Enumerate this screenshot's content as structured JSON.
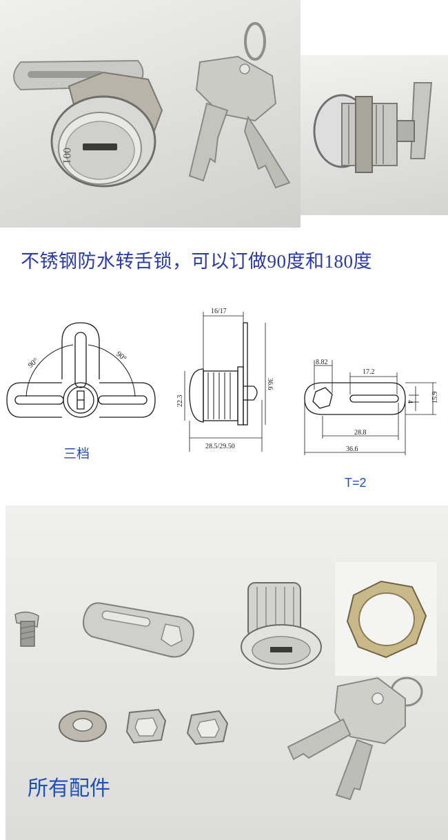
{
  "headline": "不锈钢防水转舌锁，可以订做90度和180度",
  "drawings": {
    "front_view": {
      "angle_left": "90°",
      "angle_right": "90°",
      "caption": "三档"
    },
    "side_view": {
      "dim_top": "16/17",
      "dim_height": "36.6",
      "dim_body": "22.3",
      "dim_length": "28.5/29.50"
    },
    "cam_plate": {
      "dim_hole": "8.82",
      "dim_slot": "17.2",
      "dim_slot_width": "4",
      "dim_height": "15.9",
      "dim_mid": "28.8",
      "dim_total": "36.6",
      "caption": "T=2"
    }
  },
  "photos": {
    "top_left_lock": {
      "engraving": "001"
    }
  },
  "bottom_caption": "所有配件",
  "colors": {
    "headline_text": "#2a3aa8",
    "caption_blue": "#1f4fb8",
    "drawing_line": "#1a1a1a",
    "photo_bg": "#e4e4e2"
  }
}
